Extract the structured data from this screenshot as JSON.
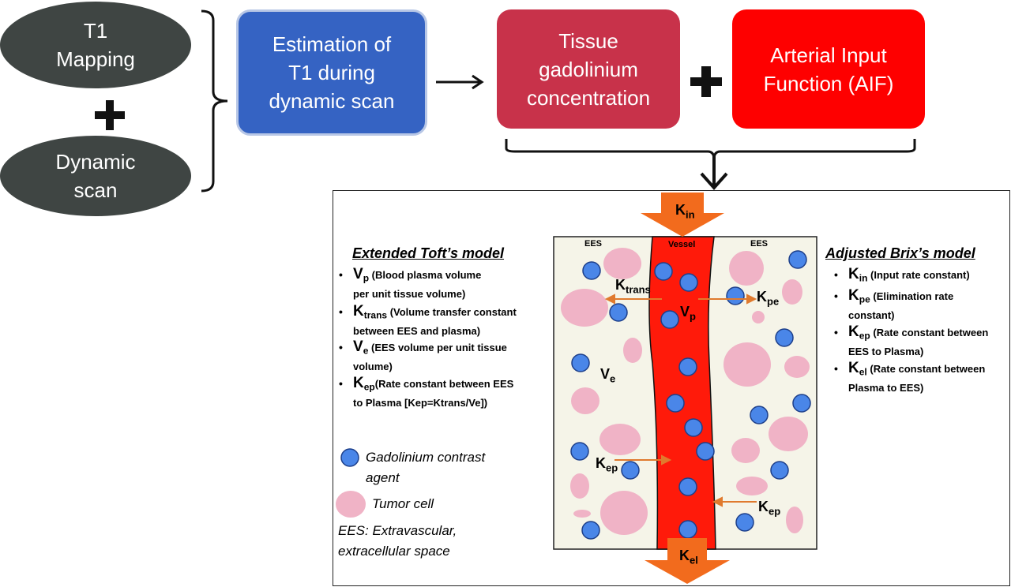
{
  "flow": {
    "t1_mapping": [
      "T1",
      "Mapping"
    ],
    "dynamic_scan": [
      "Dynamic",
      "scan"
    ],
    "estimation": [
      "Estimation of",
      "T1 during",
      "dynamic scan"
    ],
    "tissue": [
      "Tissue",
      "gadolinium",
      "concentration"
    ],
    "aif": [
      "Arterial Input",
      "Function (AIF)"
    ]
  },
  "colors": {
    "ellipse": "#3f4543",
    "estimation": "#3563c3",
    "tissue": "#c8324a",
    "aif": "#fe0000",
    "vessel": "#ff1a0a",
    "tissue_bg": "#f5f4e8",
    "tumor": "#f0b3c6",
    "agent": "#4a86e8",
    "flow_arrow": "#f26b1d"
  },
  "toft": {
    "title": "Extended Toft’s model",
    "items": [
      {
        "sym": "V",
        "sub": "p",
        "desc": " (Blood plasma volume",
        "desc2": "per unit tissue volume)"
      },
      {
        "sym": "K",
        "sub": "trans",
        "desc": " (Volume transfer constant",
        "desc2": "between EES and plasma)"
      },
      {
        "sym": "V",
        "sub": "e",
        "desc": " (EES volume per unit tissue",
        "desc2": "volume)"
      },
      {
        "sym": "K",
        "sub": "ep",
        "desc": "(Rate constant between EES",
        "desc2": "to Plasma  [Kep=Ktrans/Ve])"
      }
    ]
  },
  "brix": {
    "title": "Adjusted Brix’s model",
    "items": [
      {
        "sym": "K",
        "sub": "in",
        "desc": " (Input rate constant)",
        "desc2": ""
      },
      {
        "sym": "K",
        "sub": "pe",
        "desc": " (Elimination  rate",
        "desc2": "constant)"
      },
      {
        "sym": "K",
        "sub": "ep",
        "desc": " (Rate constant between",
        "desc2": "EES to Plasma)"
      },
      {
        "sym": "K",
        "sub": "el",
        "desc": " (Rate constant between",
        "desc2": "Plasma to EES)"
      }
    ]
  },
  "legend": {
    "agent": [
      "Gadolinium contrast",
      "agent"
    ],
    "tumor": "Tumor cell",
    "ees": [
      "EES: Extravascular,",
      "extracellular space"
    ]
  },
  "diagram": {
    "ees_left": "EES",
    "ees_right": "EES",
    "vessel": "Vessel",
    "kin": {
      "sym": "K",
      "sub": "in"
    },
    "kel": {
      "sym": "K",
      "sub": "el"
    },
    "ktrans": {
      "sym": "K",
      "sub": "trans"
    },
    "kpe": {
      "sym": "K",
      "sub": "pe"
    },
    "vp": {
      "sym": "V",
      "sub": "p"
    },
    "ve": {
      "sym": "V",
      "sub": "e"
    },
    "kep_left": {
      "sym": "K",
      "sub": "ep"
    },
    "kep_right": {
      "sym": "K",
      "sub": "ep"
    }
  }
}
